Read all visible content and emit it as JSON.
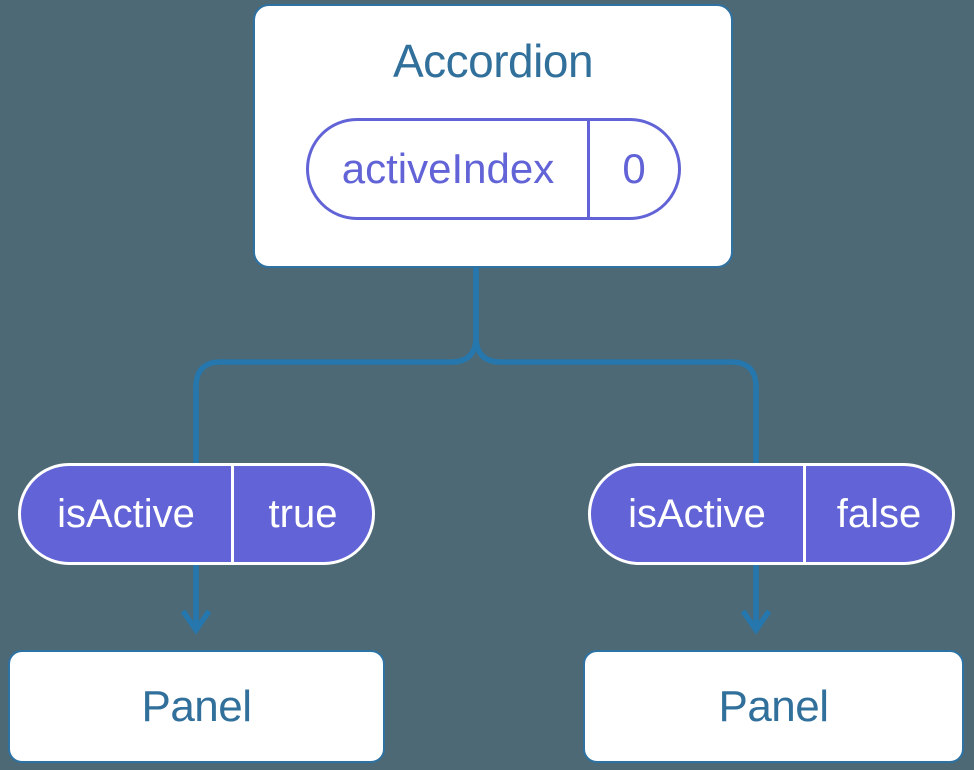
{
  "root": {
    "title": "Accordion",
    "state_pill": {
      "label": "activeIndex",
      "value": "0"
    }
  },
  "branches": [
    {
      "side": "left",
      "prop_pill": {
        "label": "isActive",
        "value": "true"
      },
      "panel_label": "Panel"
    },
    {
      "side": "right",
      "prop_pill": {
        "label": "isActive",
        "value": "false"
      },
      "panel_label": "Panel"
    }
  ],
  "colors": {
    "background": "#4d6975",
    "connector_blue": "#2577ad",
    "node_border_blue": "#2e72a3",
    "node_text_blue": "#32709c",
    "node_fill_white": "#ffffff",
    "pill_purple": "#6163d6",
    "pill_text_white": "#ffffff"
  }
}
